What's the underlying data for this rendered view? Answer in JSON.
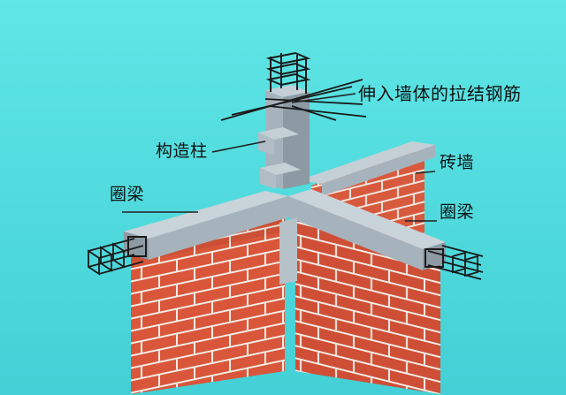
{
  "colors": {
    "background": "#52dfe0",
    "brick": "#d9563a",
    "mortar": "#f3ece6",
    "concrete_top": "#c4cfd6",
    "concrete_front": "#a7b3bc",
    "concrete_side": "#8d9aa3",
    "rebar": "#1a1a1a",
    "label_text": "#111111"
  },
  "labels": {
    "tie_bars": "伸入墙体的拉结钢筋",
    "column": "构造柱",
    "brick_wall": "砖墙",
    "ring_beam_left": "圈梁",
    "ring_beam_right": "圈梁"
  }
}
